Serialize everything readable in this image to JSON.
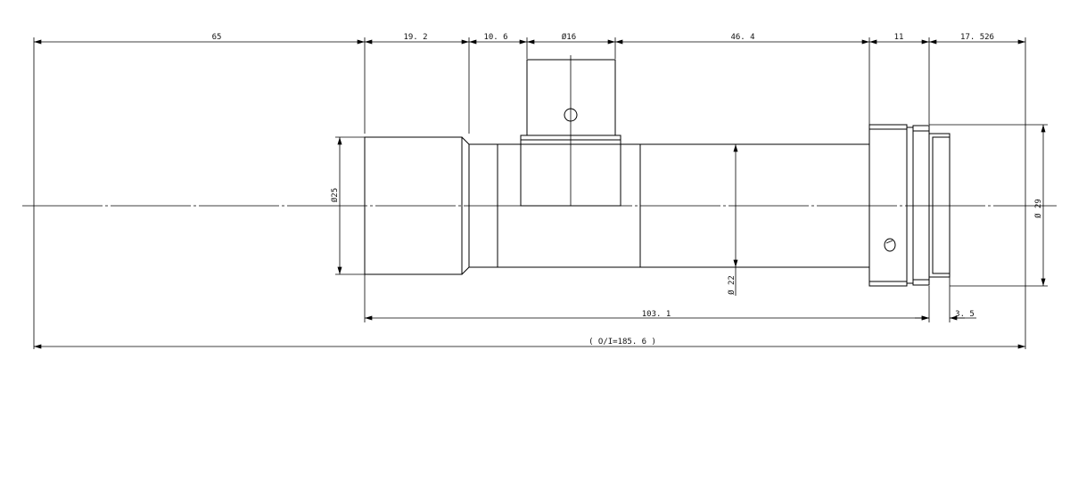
{
  "drawing": {
    "dimensions": {
      "d65": "65",
      "d19_2": "19. 2",
      "d10_6": "10. 6",
      "d_phi16": "Ø16",
      "d46_4": "46. 4",
      "d11": "11",
      "d17_526": "17. 526",
      "d_phi25": "Ø25",
      "d_phi22": "Ø 22",
      "d_phi29": "Ø 29",
      "d103_1": "103. 1",
      "d3_5": "3. 5",
      "total": "( O/I=185. 6 )"
    }
  }
}
